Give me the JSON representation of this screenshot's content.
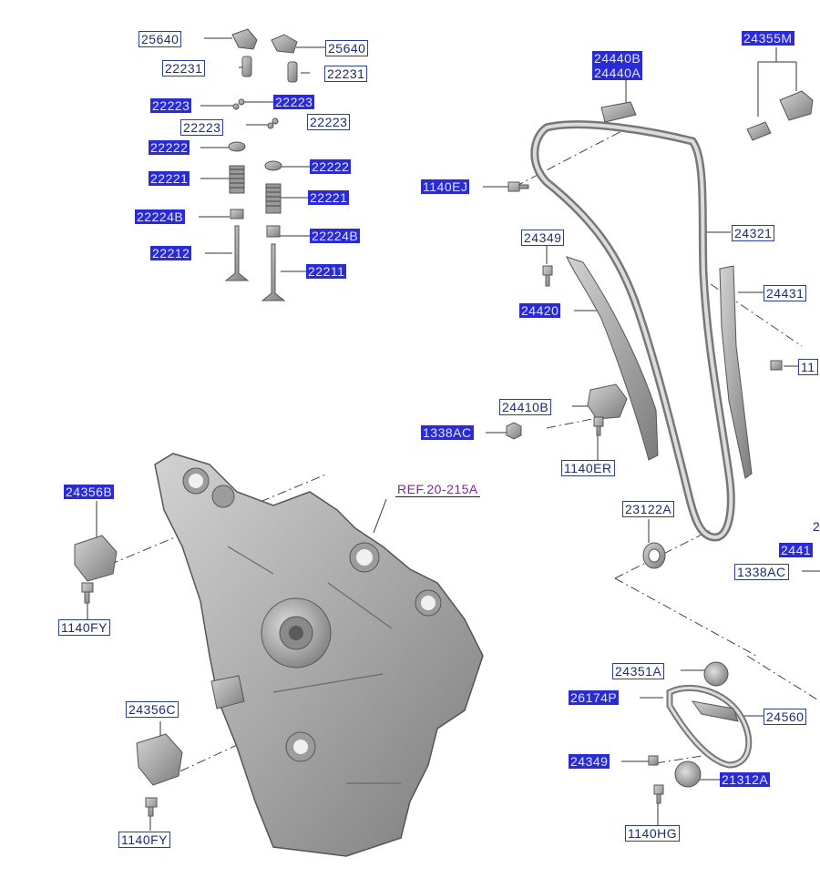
{
  "labels": {
    "p25640a": "25640",
    "p25640b": "25640",
    "p22231a": "22231",
    "p22231b": "22231",
    "p22223a": "22223",
    "p22223b": "22223",
    "p22223c": "22223",
    "p22223d": "22223",
    "p22222a": "22222",
    "p22222b": "22222",
    "p22221a": "22221",
    "p22221b": "22221",
    "p22224b_a": "22224B",
    "p22224b_b": "22224B",
    "p22212": "22212",
    "p22211": "22211",
    "p24440b": "24440B",
    "p24440a": "24440A",
    "p24355m": "24355M",
    "p1140ej": "1140EJ",
    "p24321": "24321",
    "p24349a": "24349",
    "p24420": "24420",
    "p24431": "24431",
    "p11cut": "11",
    "p24410b": "24410B",
    "p1338ac_a": "1338AC",
    "p1140er": "1140ER",
    "ref": "REF.20-215A",
    "p24356b": "24356B",
    "p1140fy_a": "1140FY",
    "p23122a": "23122A",
    "p2cut": "2",
    "p2441cut": "2441",
    "p1338ac_b": "1338AC",
    "p24351a": "24351A",
    "p26174p": "26174P",
    "p24560": "24560",
    "p24356c": "24356C",
    "p24349b": "24349",
    "p21312a": "21312A",
    "p1140hg": "1140HG",
    "p1140fy_b": "1140FY"
  }
}
